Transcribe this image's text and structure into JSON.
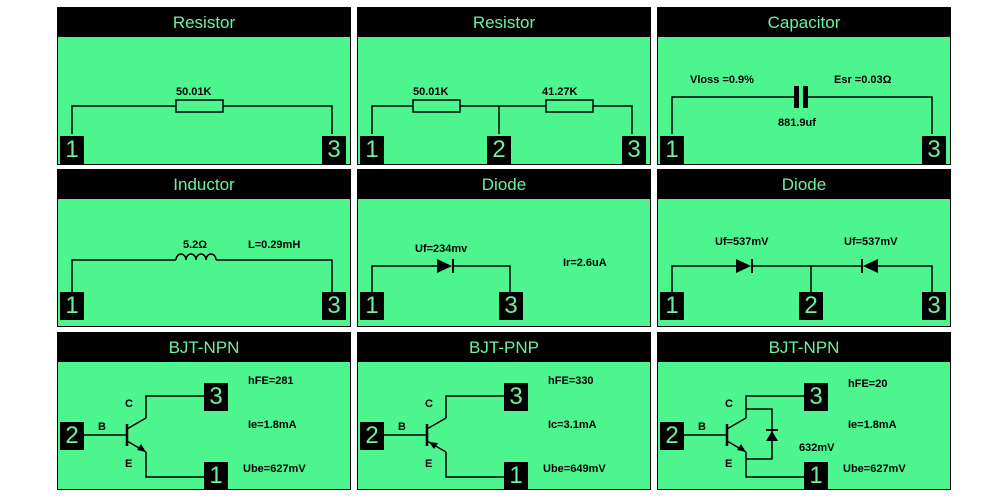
{
  "panels": [
    {
      "title": "Resistor",
      "value": "50.01K",
      "pins": [
        "1",
        "3"
      ]
    },
    {
      "title": "Resistor",
      "value_left": "50.01K",
      "value_right": "41.27K",
      "pins": [
        "1",
        "2",
        "3"
      ]
    },
    {
      "title": "Capacitor",
      "vloss": "Vloss =0.9%",
      "esr": "Esr =0.03Ω",
      "capacitance": "881.9uf",
      "pins": [
        "1",
        "3"
      ]
    },
    {
      "title": "Inductor",
      "resistance": "5.2Ω",
      "inductance": "L=0.29mH",
      "pins": [
        "1",
        "3"
      ]
    },
    {
      "title": "Diode",
      "uf": "Uf=234mv",
      "ir": "Ir=2.6uA",
      "pins": [
        "1",
        "3"
      ]
    },
    {
      "title": "Diode",
      "uf_left": "Uf=537mV",
      "uf_right": "Uf=537mV",
      "pins": [
        "1",
        "2",
        "3"
      ]
    },
    {
      "title": "BJT-NPN",
      "hfe": "hFE=281",
      "ie": "Ie=1.8mA",
      "ube": "Ube=627mV",
      "pins": [
        "2",
        "3",
        "1"
      ],
      "b": "B",
      "c": "C",
      "e": "E"
    },
    {
      "title": "BJT-PNP",
      "hfe": "hFE=330",
      "ic": "Ic=3.1mA",
      "ube": "Ube=649mV",
      "pins": [
        "2",
        "3",
        "1"
      ],
      "b": "B",
      "c": "C",
      "e": "E"
    },
    {
      "title": "BJT-NPN",
      "hfe": "hFE=20",
      "ie": "Ie=1.8mA",
      "vdiode": "632mV",
      "ube": "Ube=627mV",
      "pins": [
        "2",
        "3",
        "1"
      ],
      "b": "B",
      "c": "C",
      "e": "E"
    }
  ],
  "colors": {
    "screen": "#4cf58e",
    "header_bg": "#000000",
    "header_text": "#6cf0a4",
    "trace": "#000000"
  }
}
